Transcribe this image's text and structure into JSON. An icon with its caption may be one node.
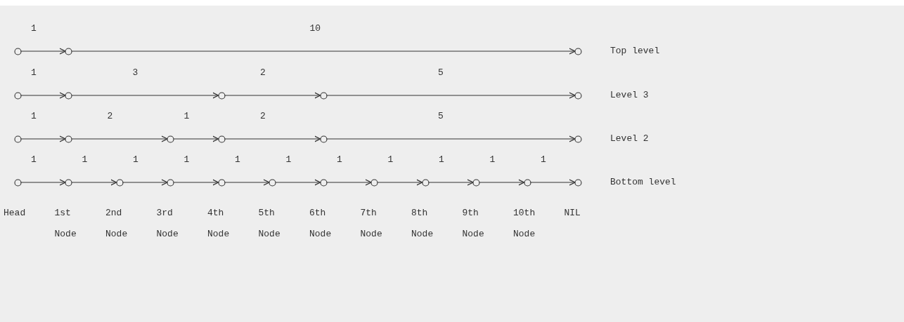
{
  "diagram": {
    "nodes": [
      {
        "text": [],
        "shape": "circle"
      },
      {
        "text": [],
        "shape": "circle"
      },
      {
        "text": [],
        "shape": "circle"
      },
      {
        "text": [],
        "shape": "circle"
      },
      {
        "text": [],
        "shape": "circle"
      },
      {
        "text": [],
        "shape": "circle"
      },
      {
        "text": [],
        "shape": "circle"
      },
      {
        "text": [],
        "shape": "circle"
      },
      {
        "text": [],
        "shape": "circle"
      },
      {
        "text": [],
        "shape": "circle"
      },
      {
        "text": [],
        "shape": "circle"
      },
      {
        "text": [],
        "shape": "circle"
      },
      {
        "text": [],
        "shape": "circle"
      },
      {
        "text": [],
        "shape": "circle"
      },
      {
        "text": [],
        "shape": "circle"
      },
      {
        "text": [],
        "shape": "circle"
      },
      {
        "text": [],
        "shape": "circle"
      },
      {
        "text": [],
        "shape": "circle"
      },
      {
        "text": [],
        "shape": "circle"
      },
      {
        "text": [],
        "shape": "circle"
      },
      {
        "text": [],
        "shape": "circle"
      },
      {
        "text": [],
        "shape": "circle"
      },
      {
        "text": [],
        "shape": "circle"
      },
      {
        "text": [],
        "shape": "circle"
      },
      {
        "text": [],
        "shape": "circle"
      },
      {
        "text": [],
        "shape": "circle"
      }
    ],
    "edges": [
      {
        "from": 0,
        "to": 1,
        "arrow": "to",
        "label": "1"
      },
      {
        "from": 1,
        "to": 2,
        "arrow": "to",
        "label": "10"
      },
      {
        "from": 3,
        "to": 4,
        "arrow": "to",
        "label": "1"
      },
      {
        "from": 4,
        "to": 5,
        "arrow": "to",
        "label": "3"
      },
      {
        "from": 5,
        "to": 6,
        "arrow": "to",
        "label": "2"
      },
      {
        "from": 6,
        "to": 7,
        "arrow": "to",
        "label": "5"
      },
      {
        "from": 8,
        "to": 9,
        "arrow": "to",
        "label": "1"
      },
      {
        "from": 9,
        "to": 10,
        "arrow": "to",
        "label": "2"
      },
      {
        "from": 10,
        "to": 11,
        "arrow": "to",
        "label": "1"
      },
      {
        "from": 11,
        "to": 12,
        "arrow": "to",
        "label": "2"
      },
      {
        "from": 12,
        "to": 13,
        "arrow": "to",
        "label": "5"
      },
      {
        "from": 14,
        "to": 15,
        "arrow": "to",
        "label": "1"
      },
      {
        "from": 15,
        "to": 16,
        "arrow": "to",
        "label": "1"
      },
      {
        "from": 16,
        "to": 17,
        "arrow": "to",
        "label": "1"
      },
      {
        "from": 17,
        "to": 18,
        "arrow": "to",
        "label": "1"
      },
      {
        "from": 18,
        "to": 19,
        "arrow": "to",
        "label": "1"
      },
      {
        "from": 19,
        "to": 20,
        "arrow": "to",
        "label": "1"
      },
      {
        "from": 20,
        "to": 21,
        "arrow": "to",
        "label": "1"
      },
      {
        "from": 21,
        "to": 22,
        "arrow": "to",
        "label": "1"
      },
      {
        "from": 22,
        "to": 23,
        "arrow": "to",
        "label": "1"
      },
      {
        "from": 23,
        "to": 24,
        "arrow": "to",
        "label": "1"
      },
      {
        "from": 24,
        "to": 25,
        "arrow": "to",
        "label": "1"
      }
    ],
    "labels": [
      "Top level",
      "Level 3",
      "Level 2",
      "Bottom level",
      "Head",
      "1st",
      "2nd",
      "3rd",
      "4th",
      "5th",
      "6th",
      "7th",
      "8th",
      "9th",
      "10th",
      "NIL",
      "Node",
      "Node",
      "Node",
      "Node",
      "Node",
      "Node",
      "Node",
      "Node",
      "Node",
      "Node"
    ]
  }
}
